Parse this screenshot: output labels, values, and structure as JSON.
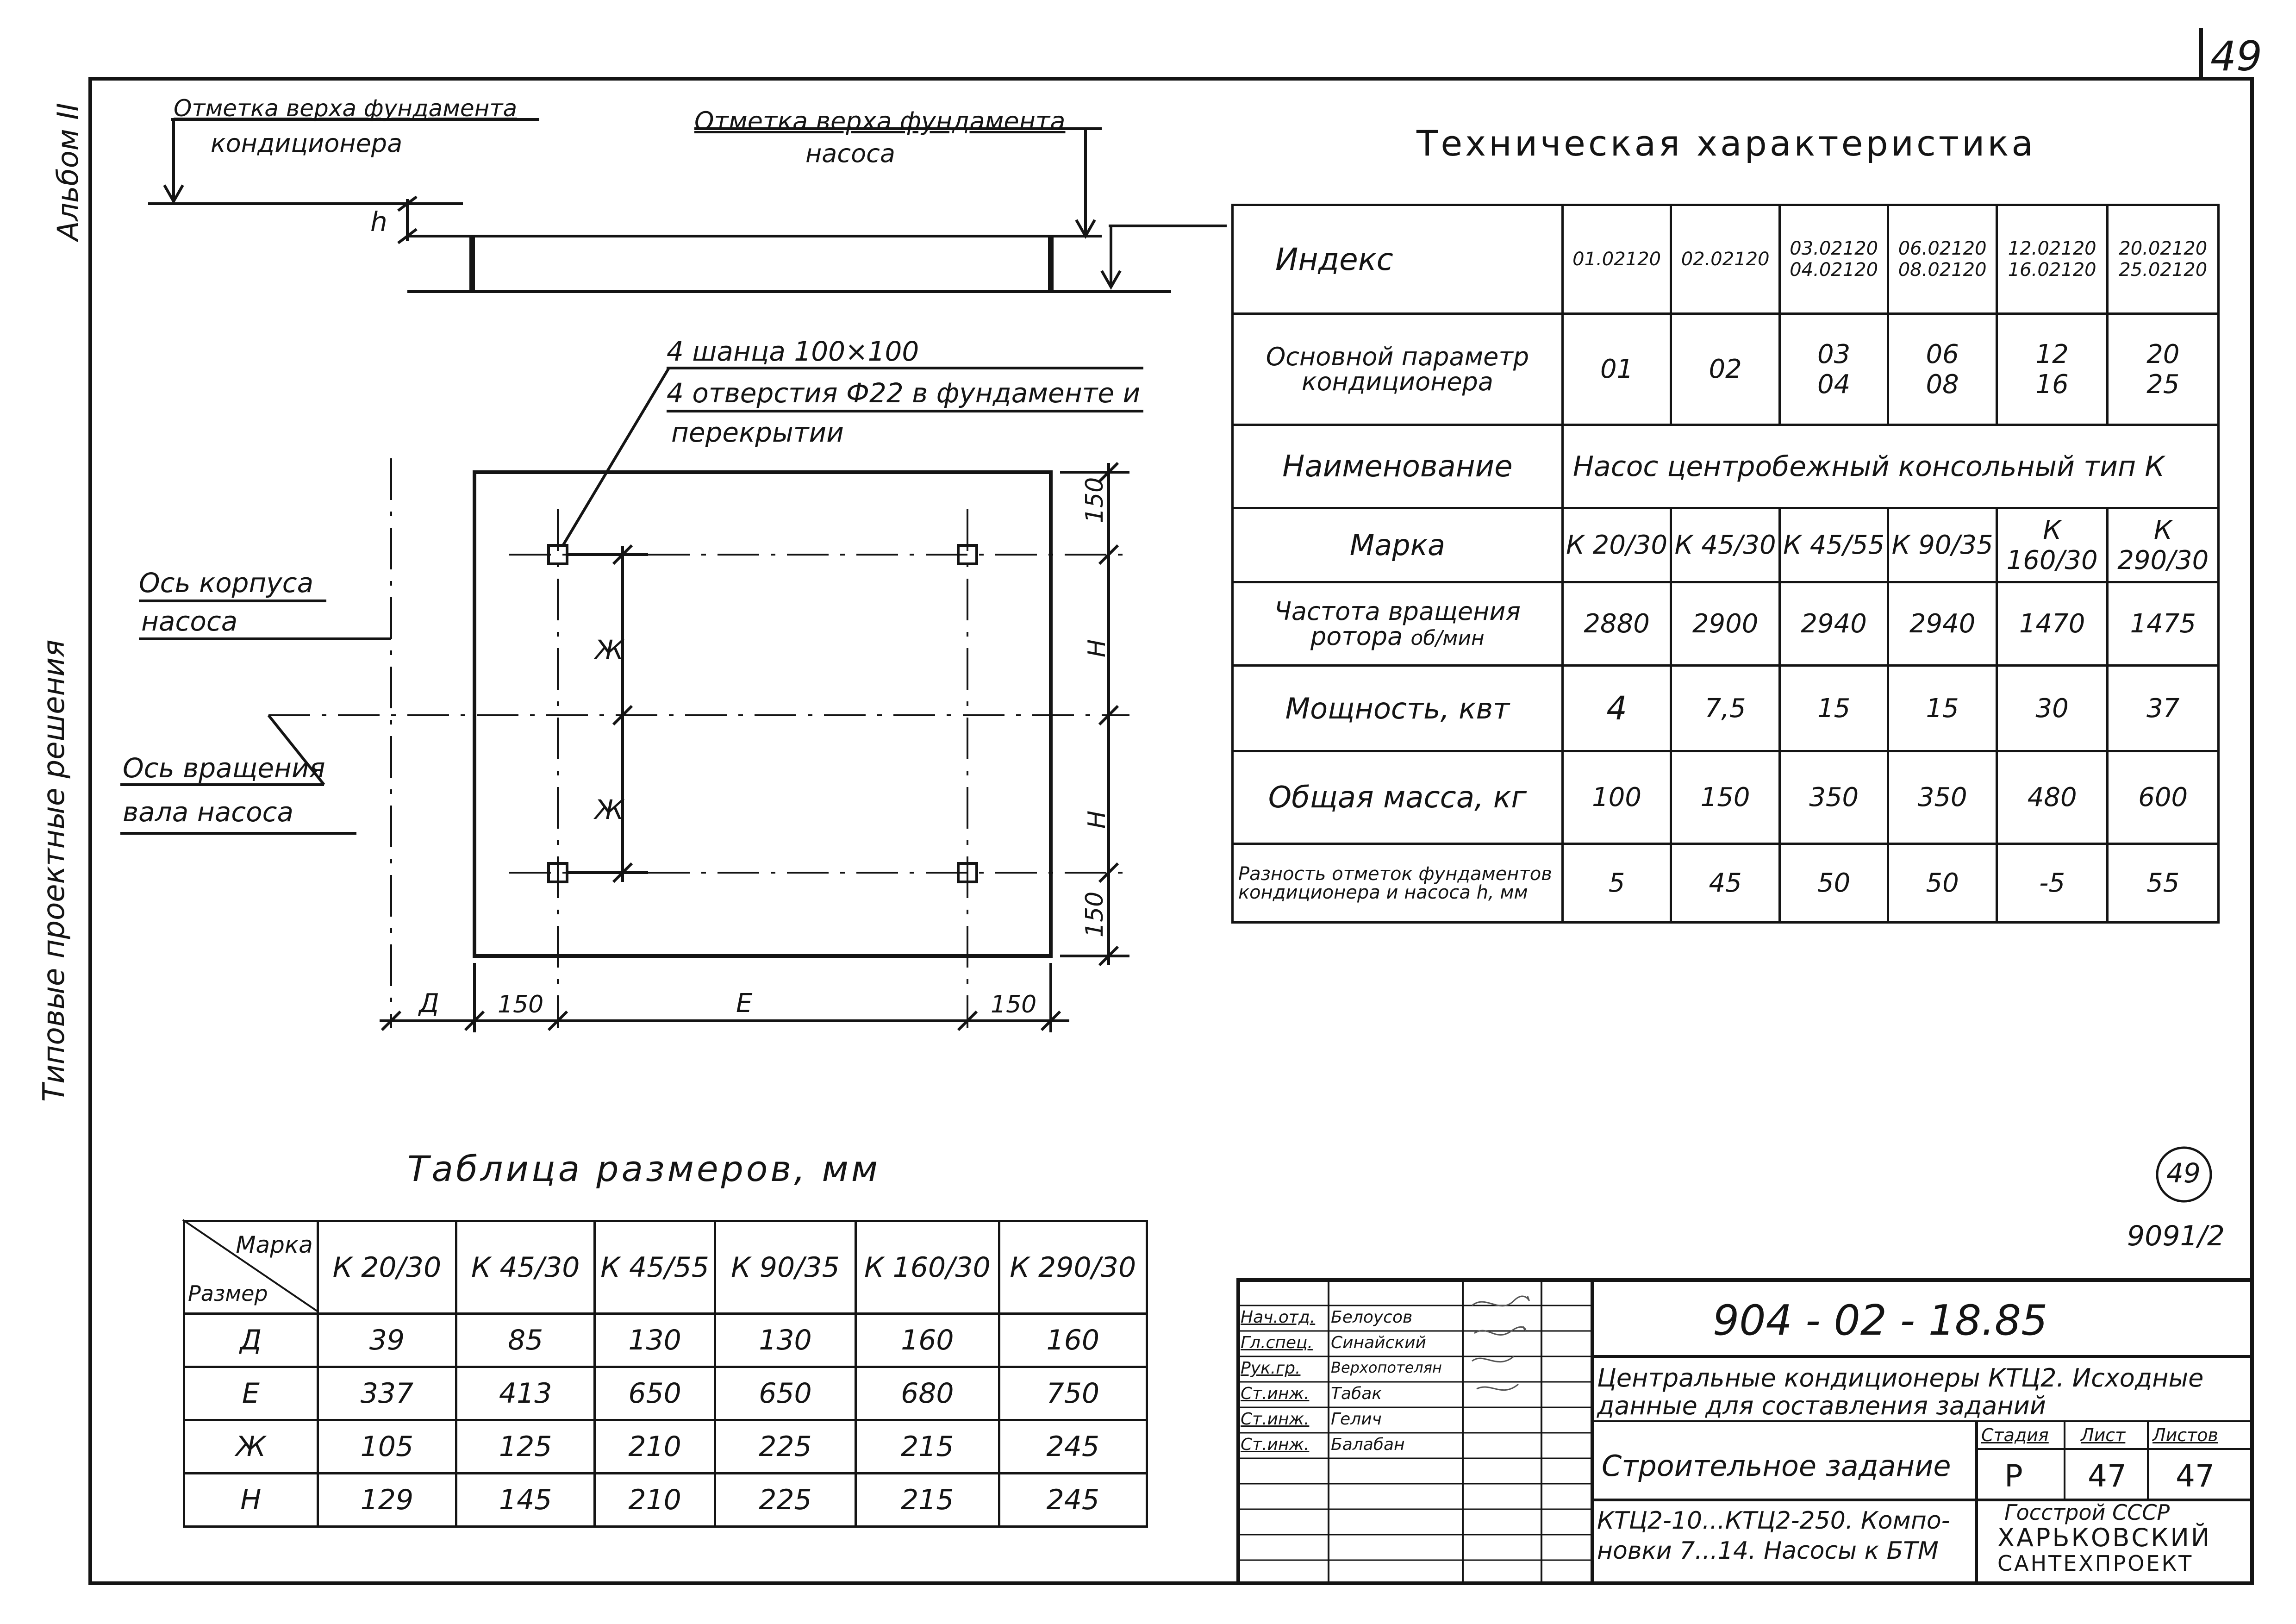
{
  "corner_number": "49",
  "side": {
    "album": "Альбом II",
    "series": "Типовые проектные решения"
  },
  "drawing": {
    "cond_top_label_1": "Отметка верха фундамента",
    "cond_top_label_2": "кондиционера",
    "pump_top_label_1": "Отметка верха фундамента",
    "pump_top_label_2": "насоса",
    "h_mark": "h",
    "note_1": "4 шанца 100×100",
    "note_2": "4 отверстия Ф22 в фундаменте и",
    "note_3": "перекрытии",
    "axis_body_1": "Ось корпуса",
    "axis_body_2": "насоса",
    "axis_rot_1": "Ось вращения",
    "axis_rot_2": "вала насоса",
    "dim_150_top": "150",
    "dim_H_1": "Н",
    "dim_H_2": "Н",
    "dim_150_bottom": "150",
    "dim_zh_1": "Ж",
    "dim_zh_2": "Ж",
    "dim_D": "Д",
    "dim_150_left": "150",
    "dim_E": "Е",
    "dim_150_right": "150"
  },
  "tech": {
    "title": "Техническая характеристика",
    "index_label": "Индекс",
    "index_cols": [
      "01.02120",
      "02.02120",
      "03.02120\n04.02120",
      "06.02120\n08.02120",
      "12.02120\n16.02120",
      "20.02120\n25.02120"
    ],
    "param_label": "Основной параметр кондиционера",
    "param_vals": [
      "01",
      "02",
      "03\n04",
      "06\n08",
      "12\n16",
      "20\n25"
    ],
    "name_label": "Наименование",
    "name_val": "Насос центробежный консольный тип К",
    "mark_label": "Марка",
    "mark_vals": [
      "К 20/30",
      "К 45/30",
      "К 45/55",
      "К 90/35",
      "К 160/30",
      "К 290/30"
    ],
    "freq_label": "Частота вращения ротора",
    "freq_unit": "об/мин",
    "freq_vals": [
      "2880",
      "2900",
      "2940",
      "2940",
      "1470",
      "1475"
    ],
    "power_label": "Мощность, квт",
    "power_vals": [
      "4",
      "7,5",
      "15",
      "15",
      "30",
      "37"
    ],
    "mass_label": "Общая масса, кг",
    "mass_vals": [
      "100",
      "150",
      "350",
      "350",
      "480",
      "600"
    ],
    "diff_label": "Разность отметок фундаментов кондиционера и насоса  h, мм",
    "diff_vals": [
      "5",
      "45",
      "50",
      "50",
      "-5",
      "55"
    ]
  },
  "sizes": {
    "title": "Таблица размеров, мм",
    "corner_top": "Марка",
    "corner_bottom": "Размер",
    "cols": [
      "К 20/30",
      "К 45/30",
      "К 45/55",
      "К 90/35",
      "К 160/30",
      "К 290/30"
    ],
    "rows": [
      {
        "label": "Д",
        "vals": [
          "39",
          "85",
          "130",
          "130",
          "160",
          "160"
        ]
      },
      {
        "label": "Е",
        "vals": [
          "337",
          "413",
          "650",
          "650",
          "680",
          "750"
        ]
      },
      {
        "label": "Ж",
        "vals": [
          "105",
          "125",
          "210",
          "225",
          "215",
          "245"
        ]
      },
      {
        "label": "Н",
        "vals": [
          "129",
          "145",
          "210",
          "225",
          "215",
          "245"
        ]
      }
    ]
  },
  "stamp": {
    "circle_num": "49",
    "inv_num": "9091/2",
    "doc_code": "904 - 02 - 18.85",
    "title_1": "Центральные кондиционеры КТЦ2. Исходные",
    "title_2": "данные для составления заданий",
    "task": "Строительное задание",
    "stage_label": "Стадия",
    "sheet_label": "Лист",
    "sheets_label": "Листов",
    "stage": "Р",
    "sheet": "47",
    "sheets": "47",
    "desc_1": "КТЦ2-10...КТЦ2-250. Компо-",
    "desc_2": "новки 7...14. Насосы к БТМ",
    "org_1": "Госстрой СССР",
    "org_2": "ХАРЬКОВСКИЙ",
    "org_3": "САНТЕХПРОЕКТ",
    "roles": [
      "Нач.отд.",
      "Гл.спец.",
      "Рук.гр.",
      "Ст.инж.",
      "Ст.инж.",
      "Ст.инж."
    ],
    "names": [
      "Белоусов",
      "Синайский",
      "Верхопотелян",
      "Табак",
      "Гелич",
      "Балабан"
    ]
  }
}
